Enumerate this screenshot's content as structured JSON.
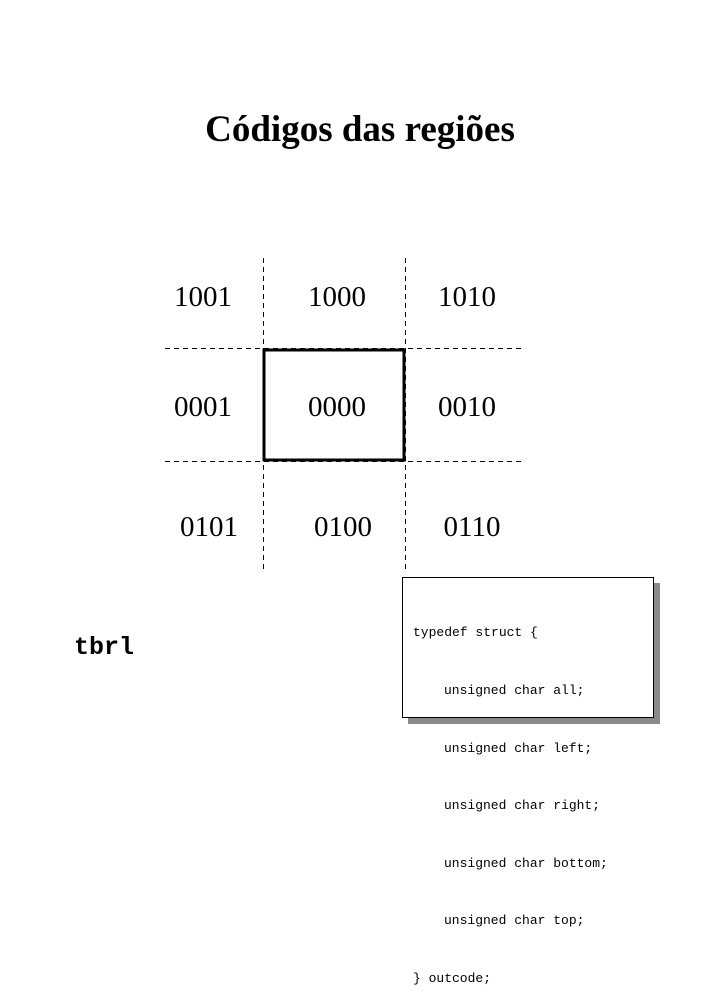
{
  "title": "Códigos das regiões",
  "regions": [
    {
      "row": 0,
      "col": 0,
      "code": "1001"
    },
    {
      "row": 0,
      "col": 1,
      "code": "1000"
    },
    {
      "row": 0,
      "col": 2,
      "code": "1010"
    },
    {
      "row": 1,
      "col": 0,
      "code": "0001"
    },
    {
      "row": 1,
      "col": 1,
      "code": "0000"
    },
    {
      "row": 1,
      "col": 2,
      "code": "0010"
    },
    {
      "row": 2,
      "col": 0,
      "code": "0101"
    },
    {
      "row": 2,
      "col": 1,
      "code": "0100"
    },
    {
      "row": 2,
      "col": 2,
      "code": "0110"
    }
  ],
  "bit_order_label": "tbrl",
  "code_snippet": [
    {
      "text": "typedef struct {",
      "indent": false
    },
    {
      "text": "unsigned char all;",
      "indent": true
    },
    {
      "text": "unsigned char left;",
      "indent": true
    },
    {
      "text": "unsigned char right;",
      "indent": true
    },
    {
      "text": "unsigned char bottom;",
      "indent": true
    },
    {
      "text": "unsigned char top;",
      "indent": true
    },
    {
      "text": "} outcode;",
      "indent": false
    }
  ]
}
